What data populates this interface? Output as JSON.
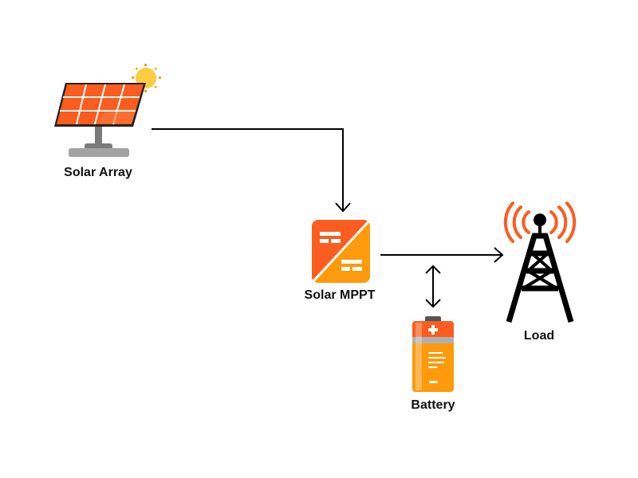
{
  "diagram": {
    "colors": {
      "orange_dark": "#fb5c1f",
      "orange_light": "#fe9a0c",
      "orange_mid": "#fd7a3a",
      "sun": "#fccd3f",
      "sun_rays": "#fd9c14",
      "stand_gray": "#7a7a7a",
      "base_gray": "#a3a3a3",
      "tower_black": "#000000",
      "arrow": "#000000"
    },
    "nodes": [
      {
        "id": "solar-array",
        "label": "Solar Array",
        "icon": "solar-panel-icon"
      },
      {
        "id": "solar-mppt",
        "label": "Solar MPPT",
        "icon": "mppt-converter-icon"
      },
      {
        "id": "battery",
        "label": "Battery",
        "icon": "battery-icon"
      },
      {
        "id": "load",
        "label": "Load",
        "icon": "radio-tower-icon"
      }
    ],
    "edges": [
      {
        "from": "solar-array",
        "to": "solar-mppt",
        "direction": "forward"
      },
      {
        "from": "solar-mppt",
        "to": "load",
        "direction": "forward"
      },
      {
        "from": "solar-mppt",
        "to": "battery",
        "direction": "bidirectional"
      }
    ]
  }
}
